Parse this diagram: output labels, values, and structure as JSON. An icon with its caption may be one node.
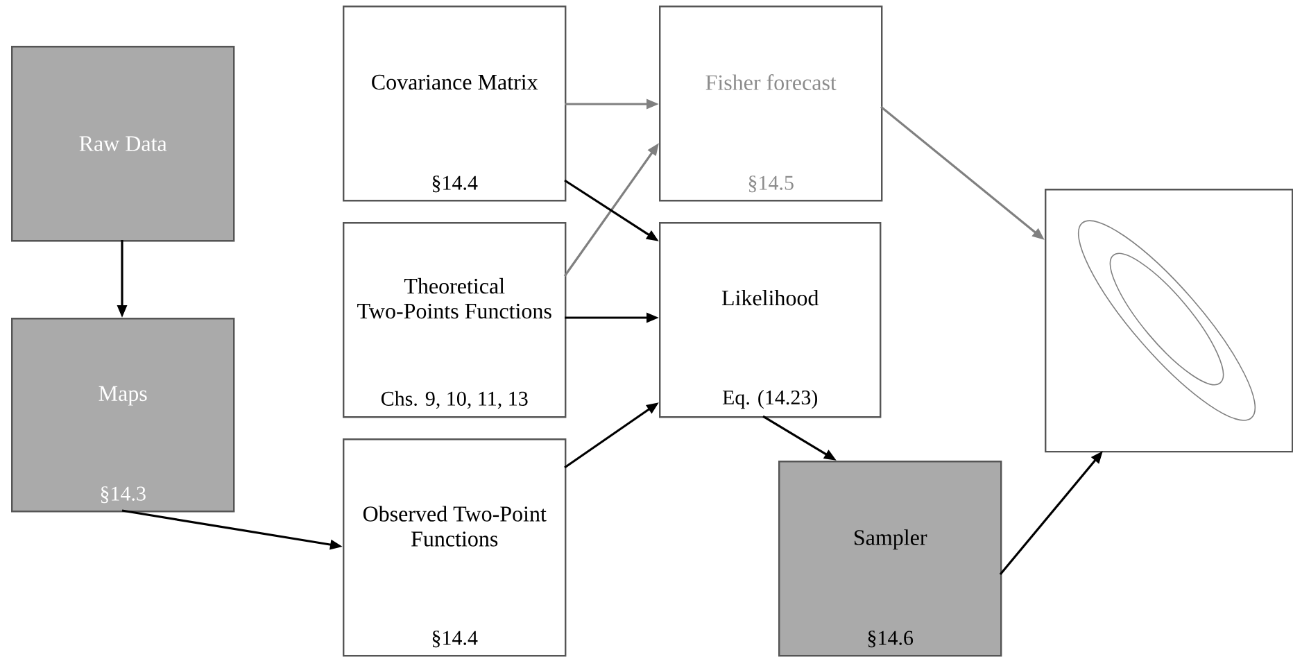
{
  "diagram": {
    "nodes": [
      {
        "text": [
          "Raw Data"
        ]
      },
      {
        "text": [
          "Maps",
          "§14.3"
        ]
      },
      {
        "text": [
          "Covariance Matrix",
          "§14.4"
        ]
      },
      {
        "text": [
          "Theoretical Two-Points Functions",
          "Chs. 9, 10, 11, 13"
        ]
      },
      {
        "text": [
          "Observed Two-Point Functions",
          "§14.4"
        ]
      },
      {
        "text": [
          "Fisher forecast",
          "§14.5"
        ]
      },
      {
        "text": [
          "Likelihood",
          "Eq. (14.23)"
        ]
      },
      {
        "text": [
          "Sampler",
          "§14.6"
        ]
      },
      {
        "text": [],
        "shape": "picture"
      }
    ],
    "edges": [
      {
        "from": 0,
        "to": 1,
        "arrow": "to"
      },
      {
        "from": 1,
        "to": 4,
        "arrow": "to"
      },
      {
        "from": 2,
        "to": 5,
        "arrow": "to",
        "color": "#808080"
      },
      {
        "from": 3,
        "to": 5,
        "arrow": "to",
        "color": "#808080"
      },
      {
        "from": 2,
        "to": 6,
        "arrow": "to"
      },
      {
        "from": 3,
        "to": 6,
        "arrow": "to"
      },
      {
        "from": 4,
        "to": 6,
        "arrow": "to"
      },
      {
        "from": 5,
        "to": 8,
        "arrow": "to",
        "color": "#808080"
      },
      {
        "from": 6,
        "to": 7,
        "arrow": "to"
      },
      {
        "from": 7,
        "to": 8,
        "arrow": "to"
      }
    ]
  }
}
